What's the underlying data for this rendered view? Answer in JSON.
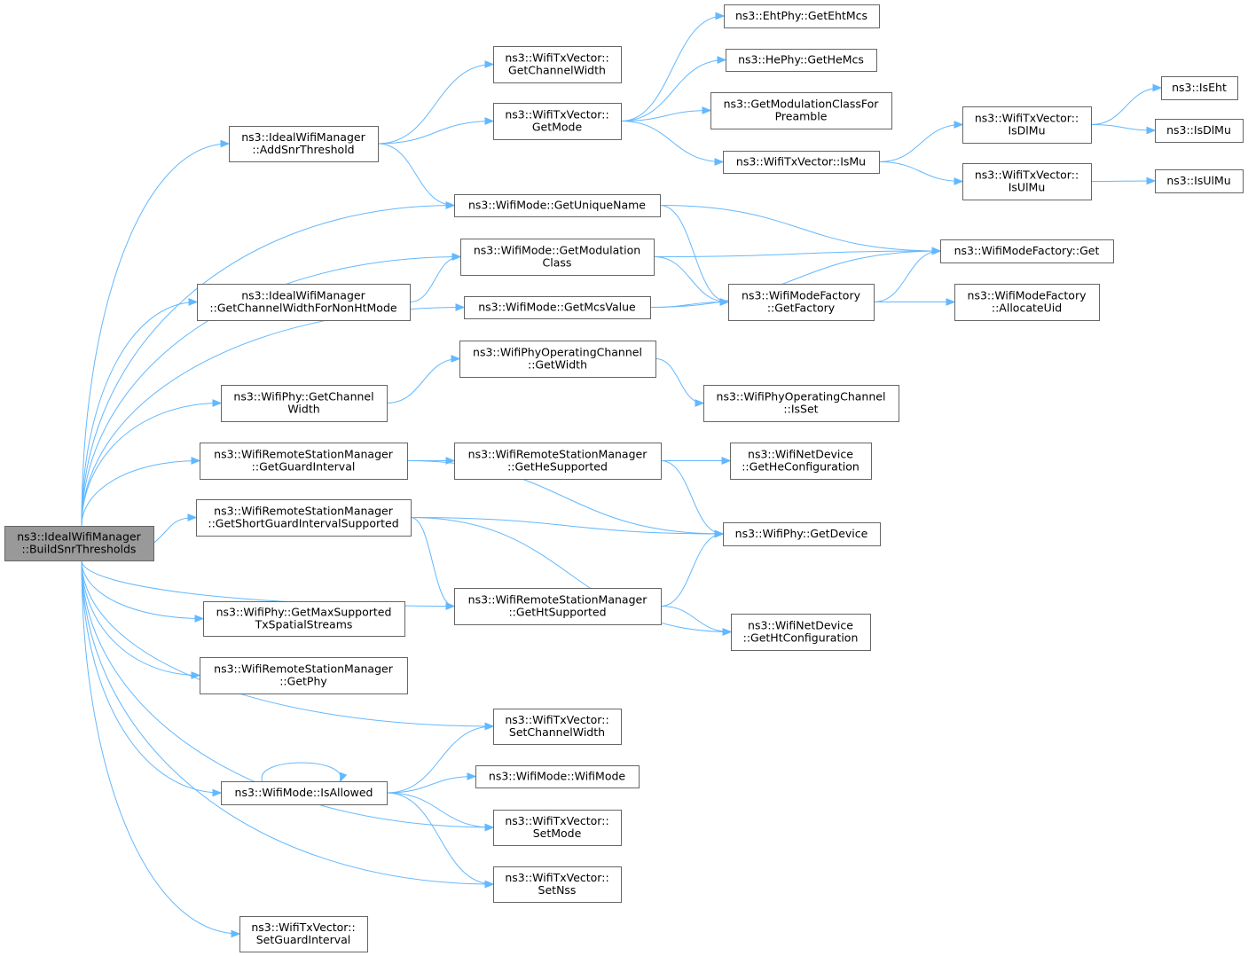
{
  "graph": {
    "edge_color": "#63b8ff",
    "node_border_color": "#666666",
    "root_fill_color": "#999999",
    "nodes": [
      {
        "id": "root",
        "lines": [
          "ns3::IdealWifiManager",
          "::BuildSnrThresholds"
        ],
        "root": true
      },
      {
        "id": "addSnr",
        "lines": [
          "ns3::IdealWifiManager",
          "::AddSnrThreshold"
        ]
      },
      {
        "id": "gcwNonHt",
        "lines": [
          "ns3::IdealWifiManager",
          "::GetChannelWidthForNonHtMode"
        ]
      },
      {
        "id": "phyGetCW",
        "lines": [
          "ns3::WifiPhy::GetChannel",
          "Width"
        ]
      },
      {
        "id": "rsmGetGI",
        "lines": [
          "ns3::WifiRemoteStationManager",
          "::GetGuardInterval"
        ]
      },
      {
        "id": "rsmShortGI",
        "lines": [
          "ns3::WifiRemoteStationManager",
          "::GetShortGuardIntervalSupported"
        ]
      },
      {
        "id": "phyMaxSS",
        "lines": [
          "ns3::WifiPhy::GetMaxSupported",
          "TxSpatialStreams"
        ]
      },
      {
        "id": "rsmGetPhy",
        "lines": [
          "ns3::WifiRemoteStationManager",
          "::GetPhy"
        ]
      },
      {
        "id": "isAllowed",
        "lines": [
          "ns3::WifiMode::IsAllowed"
        ]
      },
      {
        "id": "txSetGI",
        "lines": [
          "ns3::WifiTxVector::",
          "SetGuardInterval"
        ]
      },
      {
        "id": "txGetCW",
        "lines": [
          "ns3::WifiTxVector::",
          "GetChannelWidth"
        ]
      },
      {
        "id": "txGetMode",
        "lines": [
          "ns3::WifiTxVector::",
          "GetMode"
        ]
      },
      {
        "id": "modeUniq",
        "lines": [
          "ns3::WifiMode::GetUniqueName"
        ]
      },
      {
        "id": "modeModCls",
        "lines": [
          "ns3::WifiMode::GetModulation",
          "Class"
        ]
      },
      {
        "id": "modeMcs",
        "lines": [
          "ns3::WifiMode::GetMcsValue"
        ]
      },
      {
        "id": "opchWidth",
        "lines": [
          "ns3::WifiPhyOperatingChannel",
          "::GetWidth"
        ]
      },
      {
        "id": "rsmHeSup",
        "lines": [
          "ns3::WifiRemoteStationManager",
          "::GetHeSupported"
        ]
      },
      {
        "id": "rsmHtSup",
        "lines": [
          "ns3::WifiRemoteStationManager",
          "::GetHtSupported"
        ]
      },
      {
        "id": "txSetCW",
        "lines": [
          "ns3::WifiTxVector::",
          "SetChannelWidth"
        ]
      },
      {
        "id": "modeCtor",
        "lines": [
          "ns3::WifiMode::WifiMode"
        ]
      },
      {
        "id": "txSetMode",
        "lines": [
          "ns3::WifiTxVector::",
          "SetMode"
        ]
      },
      {
        "id": "txSetNss",
        "lines": [
          "ns3::WifiTxVector::",
          "SetNss"
        ]
      },
      {
        "id": "ehtMcs",
        "lines": [
          "ns3::EhtPhy::GetEhtMcs"
        ]
      },
      {
        "id": "heMcs",
        "lines": [
          "ns3::HePhy::GetHeMcs"
        ]
      },
      {
        "id": "modClsPre",
        "lines": [
          "ns3::GetModulationClassFor",
          "Preamble"
        ]
      },
      {
        "id": "txIsMu",
        "lines": [
          "ns3::WifiTxVector::IsMu"
        ]
      },
      {
        "id": "mfGetFactory",
        "lines": [
          "ns3::WifiModeFactory",
          "::GetFactory"
        ]
      },
      {
        "id": "opchIsSet",
        "lines": [
          "ns3::WifiPhyOperatingChannel",
          "::IsSet"
        ]
      },
      {
        "id": "ndHeCfg",
        "lines": [
          "ns3::WifiNetDevice",
          "::GetHeConfiguration"
        ]
      },
      {
        "id": "phyGetDev",
        "lines": [
          "ns3::WifiPhy::GetDevice"
        ]
      },
      {
        "id": "ndHtCfg",
        "lines": [
          "ns3::WifiNetDevice",
          "::GetHtConfiguration"
        ]
      },
      {
        "id": "txIsDlMu",
        "lines": [
          "ns3::WifiTxVector::",
          "IsDlMu"
        ]
      },
      {
        "id": "txIsUlMu",
        "lines": [
          "ns3::WifiTxVector::",
          "IsUlMu"
        ]
      },
      {
        "id": "mfGet",
        "lines": [
          "ns3::WifiModeFactory::Get"
        ]
      },
      {
        "id": "mfAlloc",
        "lines": [
          "ns3::WifiModeFactory",
          "::AllocateUid"
        ]
      },
      {
        "id": "isEht",
        "lines": [
          "ns3::IsEht"
        ]
      },
      {
        "id": "isDlMu",
        "lines": [
          "ns3::IsDlMu"
        ]
      },
      {
        "id": "isUlMu",
        "lines": [
          "ns3::IsUlMu"
        ]
      }
    ],
    "edges": [
      [
        "root",
        "addSnr"
      ],
      [
        "root",
        "modeUniq"
      ],
      [
        "root",
        "modeModCls"
      ],
      [
        "root",
        "gcwNonHt"
      ],
      [
        "root",
        "modeMcs"
      ],
      [
        "root",
        "phyGetCW"
      ],
      [
        "root",
        "rsmGetGI"
      ],
      [
        "root",
        "rsmShortGI"
      ],
      [
        "root",
        "rsmHtSup"
      ],
      [
        "root",
        "phyMaxSS"
      ],
      [
        "root",
        "rsmGetPhy"
      ],
      [
        "root",
        "txSetCW"
      ],
      [
        "root",
        "isAllowed"
      ],
      [
        "root",
        "txSetMode"
      ],
      [
        "root",
        "txSetNss"
      ],
      [
        "root",
        "txSetGI"
      ],
      [
        "addSnr",
        "txGetCW"
      ],
      [
        "addSnr",
        "txGetMode"
      ],
      [
        "addSnr",
        "modeUniq"
      ],
      [
        "gcwNonHt",
        "modeModCls"
      ],
      [
        "phyGetCW",
        "opchWidth"
      ],
      [
        "rsmGetGI",
        "ndHeCfg"
      ],
      [
        "rsmGetGI",
        "rsmHeSup"
      ],
      [
        "rsmGetGI",
        "phyGetDev"
      ],
      [
        "rsmShortGI",
        "phyGetDev"
      ],
      [
        "rsmShortGI",
        "rsmHtSup"
      ],
      [
        "rsmShortGI",
        "ndHtCfg"
      ],
      [
        "isAllowed",
        "isAllowed"
      ],
      [
        "isAllowed",
        "txSetCW"
      ],
      [
        "isAllowed",
        "modeCtor"
      ],
      [
        "isAllowed",
        "txSetMode"
      ],
      [
        "isAllowed",
        "txSetNss"
      ],
      [
        "txGetMode",
        "ehtMcs"
      ],
      [
        "txGetMode",
        "heMcs"
      ],
      [
        "txGetMode",
        "modClsPre"
      ],
      [
        "txGetMode",
        "txIsMu"
      ],
      [
        "modeUniq",
        "mfGet"
      ],
      [
        "modeUniq",
        "mfGetFactory"
      ],
      [
        "modeModCls",
        "mfGet"
      ],
      [
        "modeModCls",
        "mfGetFactory"
      ],
      [
        "modeMcs",
        "mfGetFactory"
      ],
      [
        "modeMcs",
        "mfGet"
      ],
      [
        "opchWidth",
        "opchIsSet"
      ],
      [
        "rsmHeSup",
        "ndHeCfg"
      ],
      [
        "rsmHeSup",
        "phyGetDev"
      ],
      [
        "rsmHtSup",
        "phyGetDev"
      ],
      [
        "rsmHtSup",
        "ndHtCfg"
      ],
      [
        "txIsMu",
        "txIsDlMu"
      ],
      [
        "txIsMu",
        "txIsUlMu"
      ],
      [
        "mfGetFactory",
        "mfGet"
      ],
      [
        "mfGetFactory",
        "mfAlloc"
      ],
      [
        "txIsDlMu",
        "isEht"
      ],
      [
        "txIsDlMu",
        "isDlMu"
      ],
      [
        "txIsUlMu",
        "isUlMu"
      ]
    ]
  }
}
